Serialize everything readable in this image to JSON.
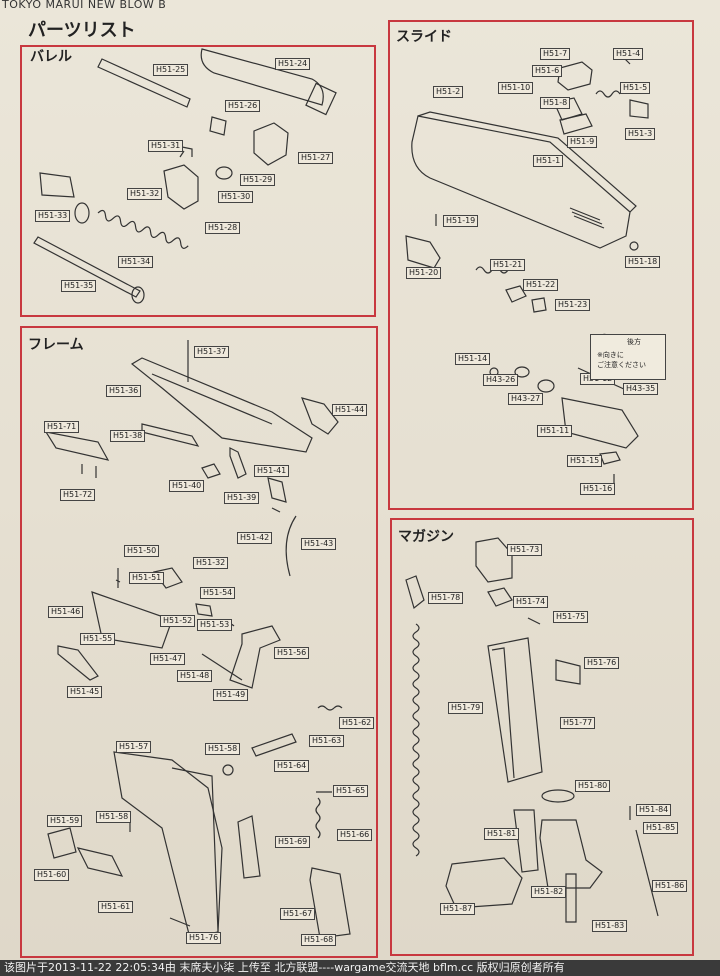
{
  "header": {
    "text": "TOKYO MARUI NEW BLOW B"
  },
  "main_title": "パーツリスト",
  "sections": {
    "barrel": {
      "title": "バレル",
      "labels": [
        "H51-25",
        "H51-24",
        "H51-26",
        "H51-27",
        "H51-31",
        "H51-29",
        "H51-32",
        "H51-30",
        "H51-33",
        "H51-28",
        "H51-34",
        "H51-35"
      ]
    },
    "slide": {
      "title": "スライド",
      "labels": [
        "H51-7",
        "H51-4",
        "H51-6",
        "H51-2",
        "H51-10",
        "H51-5",
        "H51-8",
        "H51-3",
        "H51-9",
        "H51-1",
        "H51-19",
        "H51-18",
        "H51-21",
        "H51-20",
        "H51-22",
        "H51-23",
        "H51-14",
        "H43-26",
        "H51-12",
        "H43-27",
        "H43-35",
        "H51-11",
        "H51-15",
        "H51-16"
      ]
    },
    "frame": {
      "title": "フレーム",
      "labels": [
        "H51-37",
        "H51-36",
        "H51-44",
        "H51-38",
        "H51-71",
        "H51-41",
        "H51-40",
        "H51-39",
        "H51-72",
        "H51-42",
        "H51-43",
        "H51-50",
        "H51-32",
        "H51-51",
        "H51-54",
        "H51-46",
        "H51-52",
        "H51-53",
        "H51-55",
        "H51-47",
        "H51-56",
        "H51-48",
        "H51-45",
        "H51-49",
        "H51-62",
        "H51-63",
        "H51-57",
        "H51-58",
        "H51-64",
        "H51-65",
        "H51-59",
        "H51-58",
        "H51-66",
        "H51-60",
        "H51-69",
        "H51-61",
        "H51-67",
        "H51-76",
        "H51-68"
      ]
    },
    "magazine": {
      "title": "マガジン",
      "labels": [
        "H51-73",
        "H51-78",
        "H51-74",
        "H51-75",
        "H51-76",
        "H51-79",
        "H51-77",
        "H51-80",
        "H51-84",
        "H51-81",
        "H51-85",
        "H51-82",
        "H51-86",
        "H51-87",
        "H51-83"
      ]
    }
  },
  "note": {
    "line1": "後方",
    "line2": "※向きに",
    "line3": "ご注意ください"
  },
  "footer": {
    "text": "该图片于2013-11-22 22:05:34由 末席夫小柒 上传至 北方联盟----wargame交流天地 bflm.cc 版权归原创者所有"
  },
  "colors": {
    "border": "#c8383f",
    "paper": "#e8e2d5",
    "ink": "#222222"
  }
}
